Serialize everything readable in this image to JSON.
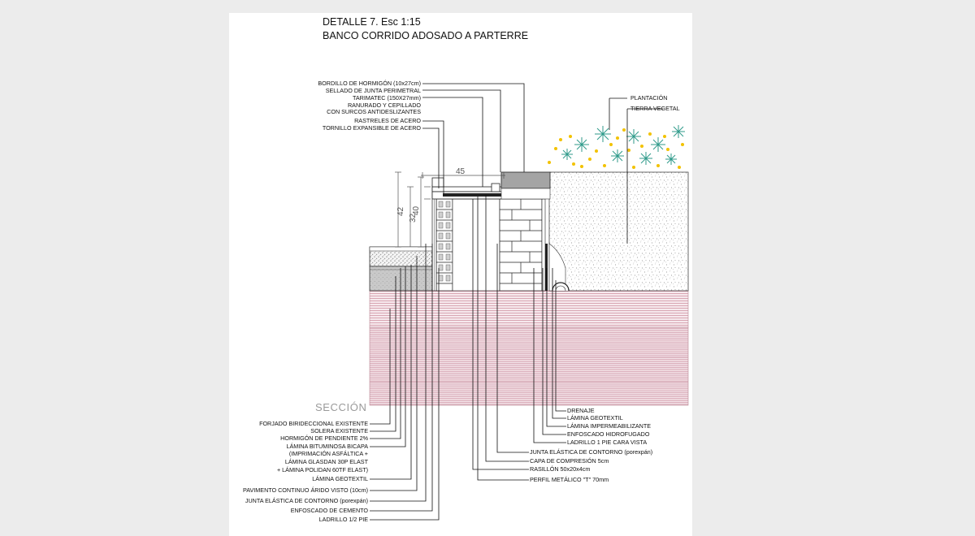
{
  "header": {
    "title": "DETALLE 7. Esc 1:15",
    "subtitle": "BANCO CORRIDO ADOSADO A PARTERRE"
  },
  "section_label": "SECCIÓN",
  "dimensions": {
    "width": "45",
    "h1": "42",
    "h2": "32",
    "h3": "40"
  },
  "labels_top_left": [
    "BORDILLO DE HORMIGÓN (10x27cm)",
    "SELLADO DE JUNTA PERIMETRAL",
    "TARIMATEC (150X27mm)",
    "RANURADO Y CEPILLADO",
    "CON SURCOS ANTIDESLIZANTES",
    "RASTRELES DE ACERO",
    "TORNILLO EXPANSIBLE DE ACERO"
  ],
  "labels_top_right": [
    "PLANTACIÓN",
    "TIERRA VEGETAL"
  ],
  "labels_bottom_left": [
    "FORJADO BIRIDECCIONAL EXISTENTE",
    "SOLERA EXISTENTE",
    "HORMIGÓN DE PENDIENTE 2%",
    "LÁMINA BITUMINOSA BICAPA",
    "(IMPRIMACIÓN ASFÁLTICA +",
    "LÁMINA GLASDAN 30P ELAST",
    "+ LÁMINA POLIDAN 60TF ELAST)",
    "LÁMINA GEOTEXTIL",
    "PAVIMENTO CONTINUO ÁRIDO VISTO (10cm)",
    "JUNTA ELÁSTICA DE CONTORNO (porexpán)",
    "ENFOSCADO DE CEMENTO",
    "LADRILLO 1/2 PIE"
  ],
  "labels_bottom_right": [
    "DRENAJE",
    "LÁMINA GEOTEXTIL",
    "LÁMINA IMPERMEABILIZANTE",
    "ENFOSCADO HIDROFUGADO",
    "LADRILLO 1 PIE CARA VISTA",
    "JUNTA ELÁSTICA DE CONTORNO (porexpán)",
    "CAPA DE COMPRESIÓN 5cm",
    "RASILLÓN 50x20x4cm",
    "PERFIL METÁLICO \"T\" 70mm"
  ],
  "colors": {
    "slab_hatch": "#d9a6b3",
    "plant_star": "#2f9a8a",
    "plant_flower": "#f2c200",
    "paper": "#ffffff"
  }
}
